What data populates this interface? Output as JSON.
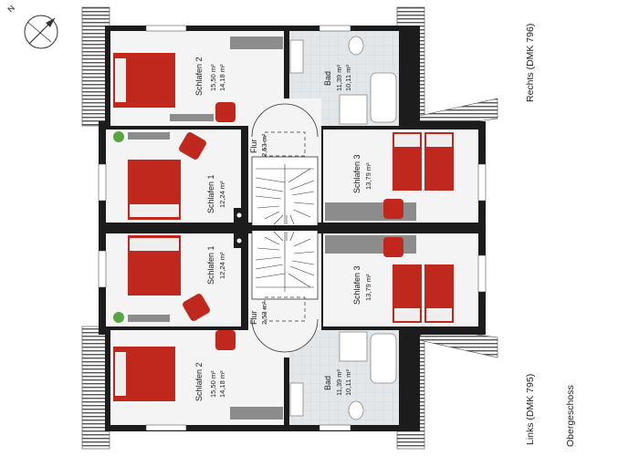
{
  "compass": {
    "north_letter": "N"
  },
  "labels": {
    "rechts": "Rechts (DMK 796)",
    "links": "Links (DMK 795)",
    "floor": "Obergeschoss"
  },
  "rooms_upper": {
    "schlafen2": {
      "name": "Schlafen 2",
      "area1": "15,50 m²",
      "area2": "14,18 m²"
    },
    "bad": {
      "name": "Bad",
      "area1": "11,39 m²",
      "area2": "10,11 m²"
    },
    "flur": {
      "name": "Flur",
      "area1": "2,53 m²"
    },
    "schlafen1": {
      "name": "Schlafen 1",
      "area1": "12,24 m²"
    },
    "schlafen3": {
      "name": "Schlafen 3",
      "area1": "13,79 m²"
    }
  },
  "rooms_lower": {
    "schlafen1": {
      "name": "Schlafen 1",
      "area1": "12,24 m²"
    },
    "flur": {
      "name": "Flur",
      "area1": "2,53 m²"
    },
    "schlafen3": {
      "name": "Schlafen 3",
      "area1": "13,79 m²"
    },
    "schlafen2": {
      "name": "Schlafen 2",
      "area1": "15,50 m²",
      "area2": "14,18 m²"
    },
    "bad": {
      "name": "Bad",
      "area1": "11,39 m²",
      "area2": "10,11 m²"
    }
  },
  "colors": {
    "wall": "#1c1c1c",
    "floor_room": "#f4f4f4",
    "bath_tile": "#dfe3e6",
    "bed_red": "#c0281e",
    "pillow": "#eeeeee",
    "furniture_grey": "#8c8c8c"
  }
}
